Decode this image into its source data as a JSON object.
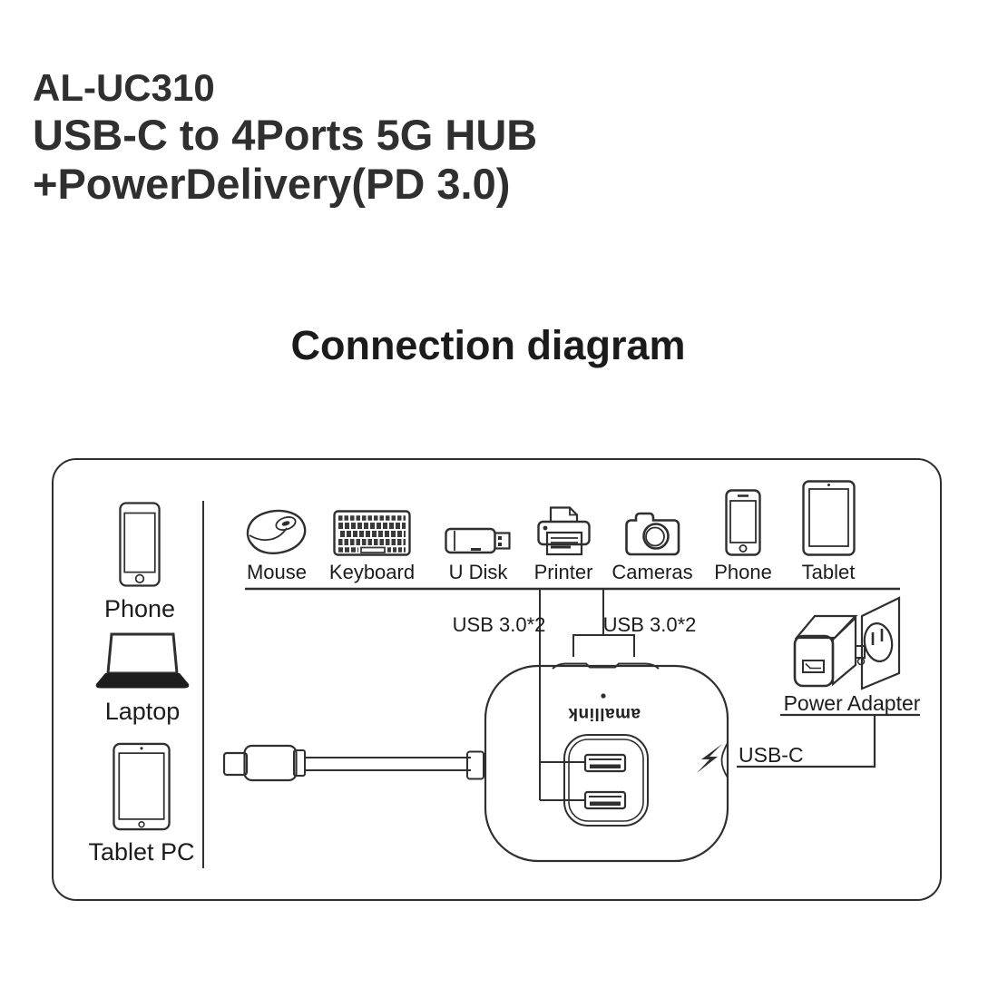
{
  "header": {
    "model": "AL-UC310",
    "title_line1": "USB-C to 4Ports 5G HUB",
    "title_line2": "+PowerDelivery(PD 3.0)"
  },
  "heading": "Connection diagram",
  "brand": "amallink",
  "left_devices": [
    {
      "label": "Phone",
      "icon": "smartphone-icon"
    },
    {
      "label": "Laptop",
      "icon": "laptop-icon"
    },
    {
      "label": "Tablet PC",
      "icon": "tablet-icon"
    }
  ],
  "top_devices": [
    {
      "label": "Mouse",
      "icon": "mouse-icon"
    },
    {
      "label": "Keyboard",
      "icon": "keyboard-icon"
    },
    {
      "label": "U Disk",
      "icon": "usb-flash-drive-icon"
    },
    {
      "label": "Printer",
      "icon": "printer-icon"
    },
    {
      "label": "Cameras",
      "icon": "camera-icon"
    },
    {
      "label": "Phone",
      "icon": "smartphone-icon"
    },
    {
      "label": "Tablet",
      "icon": "tablet-icon"
    }
  ],
  "connections": {
    "usb3_left": "USB 3.0*2",
    "usb3_right": "USB 3.0*2",
    "usbc": "USB-C",
    "power_adapter": "Power Adapter"
  },
  "other_icons": [
    "usb-c-cable-icon",
    "hub-icon",
    "lightning-bolt-icon",
    "power-adapter-icon",
    "wall-outlet-icon"
  ],
  "colors": {
    "background": "#ffffff",
    "line": "#2f2f2f",
    "text": "#1c1c1c"
  }
}
